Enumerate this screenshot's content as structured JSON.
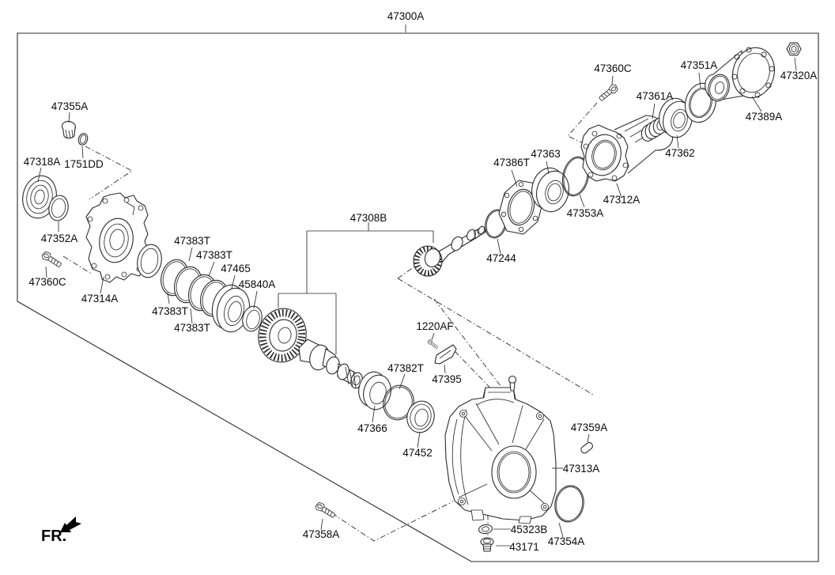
{
  "diagram": {
    "fr_label": "FR.",
    "background_color": "#ffffff",
    "line_color": "#2b2b2b",
    "text_color": "#0a0a0a"
  },
  "callouts": {
    "c47300A": "47300A",
    "c47355A": "47355A",
    "c1751DD": "1751DD",
    "c47318A": "47318A",
    "c47352A": "47352A",
    "c47360C_left": "47360C",
    "c47314A": "47314A",
    "c47383T_1": "47383T",
    "c47383T_2": "47383T",
    "c47383T_3": "47383T",
    "c47383T_4": "47383T",
    "c47465": "47465",
    "c45840A": "45840A",
    "c47308B": "47308B",
    "c47244": "47244",
    "c47386T": "47386T",
    "c47363": "47363",
    "c47353A": "47353A",
    "c47312A": "47312A",
    "c47360C_right": "47360C",
    "c47361A": "47361A",
    "c47362": "47362",
    "c47351A": "47351A",
    "c47389A": "47389A",
    "c47320A": "47320A",
    "c1220AF": "1220AF",
    "c47395": "47395",
    "c47382T": "47382T",
    "c47366": "47366",
    "c47452": "47452",
    "c47313A": "47313A",
    "c47359A": "47359A",
    "c45323B": "45323B",
    "c43171": "43171",
    "c47354A": "47354A",
    "c47358A": "47358A"
  }
}
